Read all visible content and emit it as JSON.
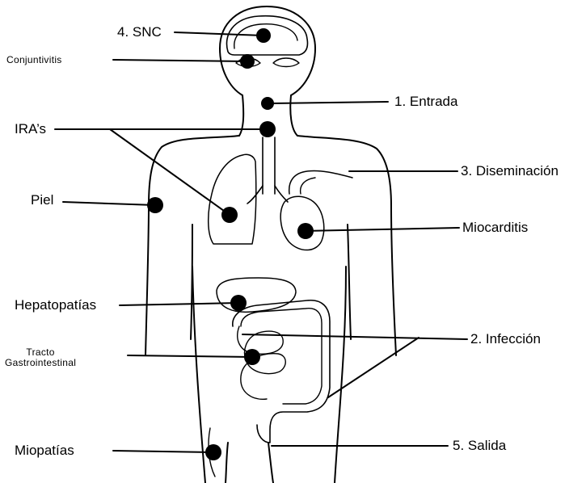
{
  "labels": {
    "snc": "4. SNC",
    "conjuntivitis": "Conjuntivitis",
    "entrada": "1. Entrada",
    "iras": "IRA’s",
    "diseminacion": "3. Diseminación",
    "piel": "Piel",
    "miocarditis": "Miocarditis",
    "hepatopatias": "Hepatopatías",
    "infeccion": "2. Infección",
    "tracto_line1": "Tracto",
    "tracto_line2": "Gastrointestinal",
    "miopatias": "Miopatías",
    "salida": "5. Salida"
  },
  "colors": {
    "ink": "#000000",
    "background": "#ffffff"
  }
}
